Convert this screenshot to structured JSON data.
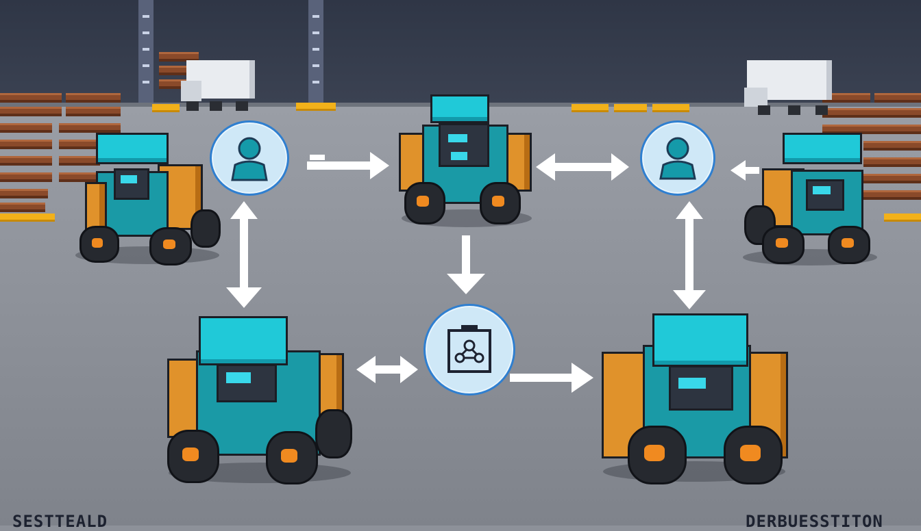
{
  "colors": {
    "wall": "#2f3646",
    "floor": "#8d9199",
    "robot_roof": "#20c9d8",
    "robot_body": "#1a9aa6",
    "robot_side": "#e0922b",
    "node_fill": "#cfe8f7",
    "node_border": "#2f7fd0",
    "arrow": "#ffffff",
    "safety_bar": "#f2b11a"
  },
  "scene": {
    "robots": [
      {
        "name": "robot-top-left",
        "icon": "delivery-robot"
      },
      {
        "name": "robot-top-center",
        "icon": "delivery-robot"
      },
      {
        "name": "robot-top-right",
        "icon": "delivery-robot"
      },
      {
        "name": "robot-bottom-left",
        "icon": "delivery-robot"
      },
      {
        "name": "robot-bottom-right",
        "icon": "delivery-robot"
      }
    ],
    "nodes": [
      {
        "name": "operator-node-left",
        "icon": "person-icon"
      },
      {
        "name": "operator-node-right",
        "icon": "person-icon"
      },
      {
        "name": "control-node-center",
        "icon": "network-hub-icon"
      }
    ]
  },
  "footer": {
    "left_label": "SESTTEALD",
    "right_label": "DERBUESSTITON"
  }
}
